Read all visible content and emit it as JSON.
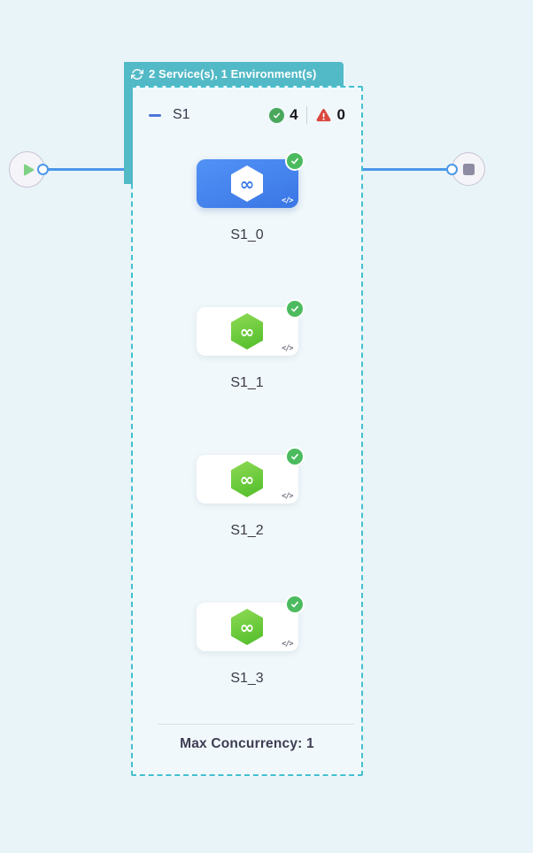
{
  "colors": {
    "background": "#e9f4f8",
    "accent_teal": "#52b9c6",
    "dashed_border": "#43c0cf",
    "edge_blue": "#4a97e8",
    "selected_card_blue": "#3f7ee9",
    "hexagon_green": "#53be2c",
    "success_green": "#4cbb5f",
    "error_red": "#d9473d"
  },
  "loop_badge": {
    "label": "2 Service(s), 1 Environment(s)"
  },
  "stage_group": {
    "name": "S1",
    "success_count": "4",
    "failed_count": "0",
    "max_concurrency": "Max Concurrency: 1",
    "nodes": [
      {
        "label": "S1_0",
        "selected": true,
        "status": "success"
      },
      {
        "label": "S1_1",
        "selected": false,
        "status": "success"
      },
      {
        "label": "S1_2",
        "selected": false,
        "status": "success"
      },
      {
        "label": "S1_3",
        "selected": false,
        "status": "success"
      }
    ]
  },
  "icons": {
    "infinity_glyph": "∞",
    "code_glyph": "</>"
  }
}
